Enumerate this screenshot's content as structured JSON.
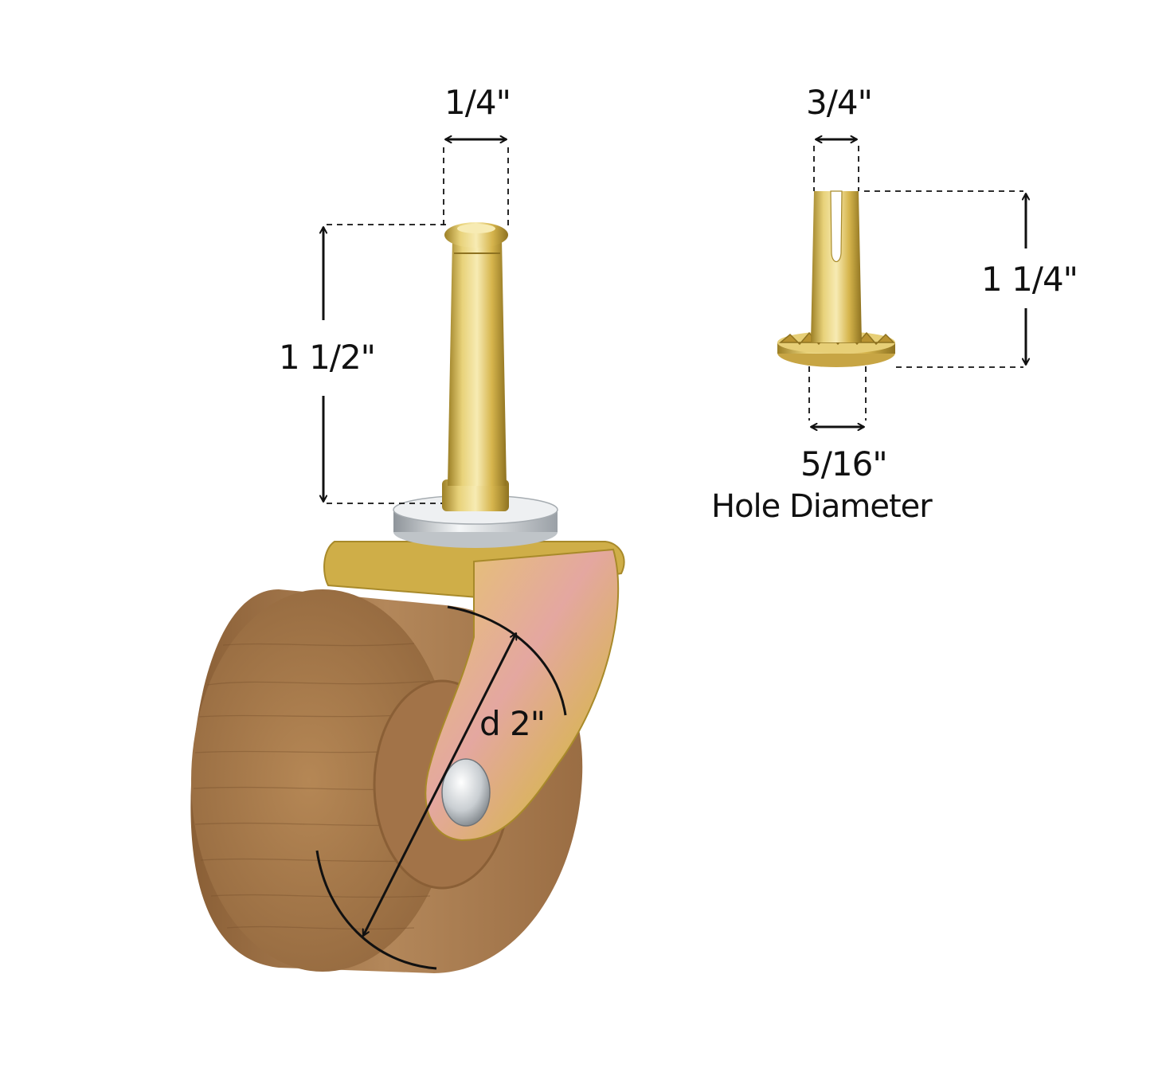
{
  "caster": {
    "stem_width_label": "1/4\"",
    "stem_height_label": "1 1/2\"",
    "wheel_diameter_label": "d 2\""
  },
  "socket": {
    "top_width_label": "3/4\"",
    "height_label": "1 1/4\"",
    "hole_label": "5/16\"",
    "hole_caption": "Hole Diameter"
  },
  "colors": {
    "brass": "#d4b44a",
    "wood": "#a9794b",
    "chrome": "#d9dde0",
    "ink": "#111111"
  }
}
